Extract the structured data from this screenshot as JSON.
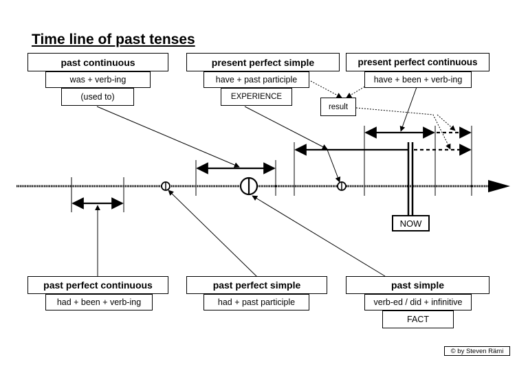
{
  "title": "Time line of past tenses",
  "boxes": {
    "past_continuous": {
      "label": "past continuous",
      "form": "was + verb-ing",
      "note": "(used to)"
    },
    "present_perfect_simple": {
      "label": "present perfect simple",
      "form": "have + past participle",
      "note": "EXPERIENCE"
    },
    "present_perfect_continuous": {
      "label": "present perfect continuous",
      "form": "have + been + verb-ing"
    },
    "result": {
      "label": "result"
    },
    "past_perfect_continuous": {
      "label": "past perfect continuous",
      "form": "had + been + verb-ing"
    },
    "past_perfect_simple": {
      "label": "past perfect simple",
      "form": "had + past participle"
    },
    "past_simple": {
      "label": "past simple",
      "form": "verb-ed / did + infinitive",
      "note": "FACT"
    }
  },
  "now_label": "NOW",
  "credit": "© by Steven Rämi"
}
